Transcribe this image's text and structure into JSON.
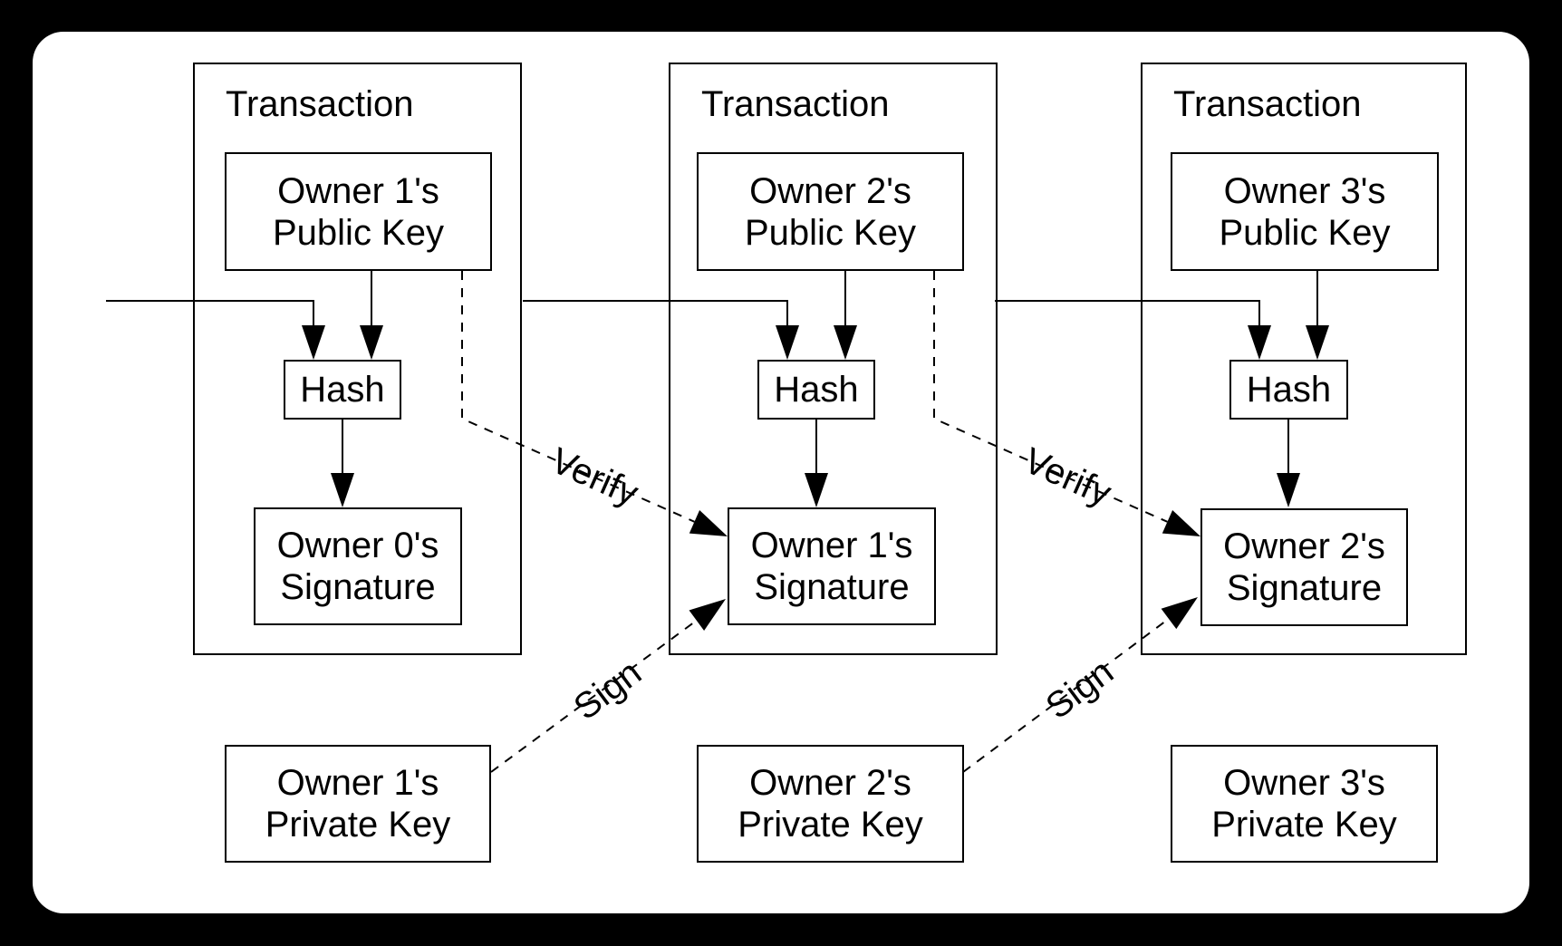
{
  "colors": {
    "background": "#000000",
    "card": "#ffffff",
    "line": "#000000",
    "text": "#000000"
  },
  "transactions": [
    {
      "title": "Transaction",
      "public_key_line1": "Owner 1's",
      "public_key_line2": "Public Key",
      "hash_label": "Hash",
      "signature_line1": "Owner 0's",
      "signature_line2": "Signature"
    },
    {
      "title": "Transaction",
      "public_key_line1": "Owner 2's",
      "public_key_line2": "Public Key",
      "hash_label": "Hash",
      "signature_line1": "Owner 1's",
      "signature_line2": "Signature"
    },
    {
      "title": "Transaction",
      "public_key_line1": "Owner 3's",
      "public_key_line2": "Public Key",
      "hash_label": "Hash",
      "signature_line1": "Owner 2's",
      "signature_line2": "Signature"
    }
  ],
  "private_keys": [
    {
      "line1": "Owner 1's",
      "line2": "Private Key"
    },
    {
      "line1": "Owner 2's",
      "line2": "Private Key"
    },
    {
      "line1": "Owner 3's",
      "line2": "Private Key"
    }
  ],
  "arrow_labels": {
    "verify": "Verify",
    "sign": "Sign"
  }
}
